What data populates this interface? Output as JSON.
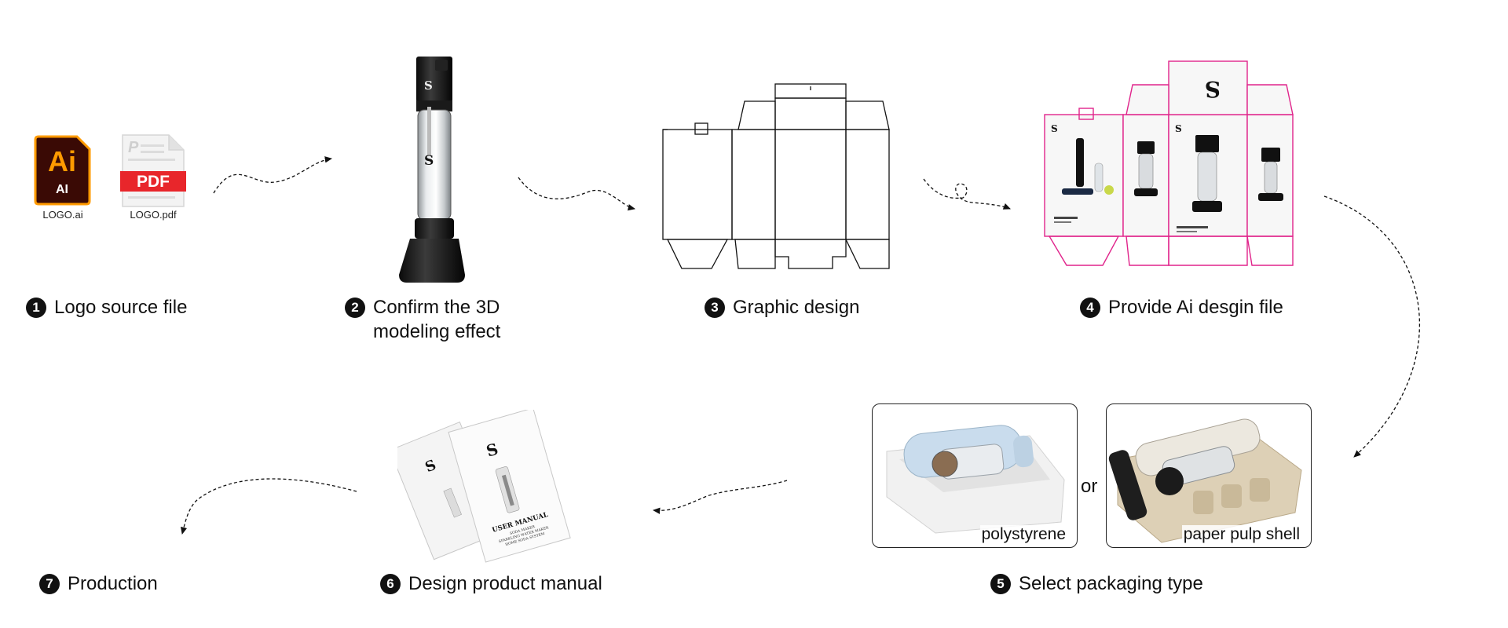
{
  "colors": {
    "ai_bg": "#3a0a05",
    "ai_accent": "#ff9a00",
    "pdf_red": "#e8262b",
    "dieline_pink": "#e0248b",
    "ink": "#111111"
  },
  "files": {
    "ai": {
      "glyph": "Ai",
      "sub": "AI",
      "caption": "LOGO.ai"
    },
    "pdf": {
      "badge": "PDF",
      "caption": "LOGO.pdf"
    }
  },
  "steps": [
    {
      "num": "1",
      "label": "Logo source file"
    },
    {
      "num": "2",
      "label": "Confirm the 3D\nmodeling effect"
    },
    {
      "num": "3",
      "label": "Graphic design"
    },
    {
      "num": "4",
      "label": "Provide Ai desgin file"
    },
    {
      "num": "5",
      "label": "Select packaging type"
    },
    {
      "num": "6",
      "label": "Design product manual"
    },
    {
      "num": "7",
      "label": "Production"
    }
  ],
  "packaging": {
    "option_a": "polystyrene",
    "connector": "or",
    "option_b": "paper pulp shell"
  },
  "manual": {
    "title": "USER MANUAL",
    "line1": "SODA MAKER",
    "line2": "SPARKLING WATER MAKER",
    "line3": "HOME SODA SYSTEM"
  }
}
